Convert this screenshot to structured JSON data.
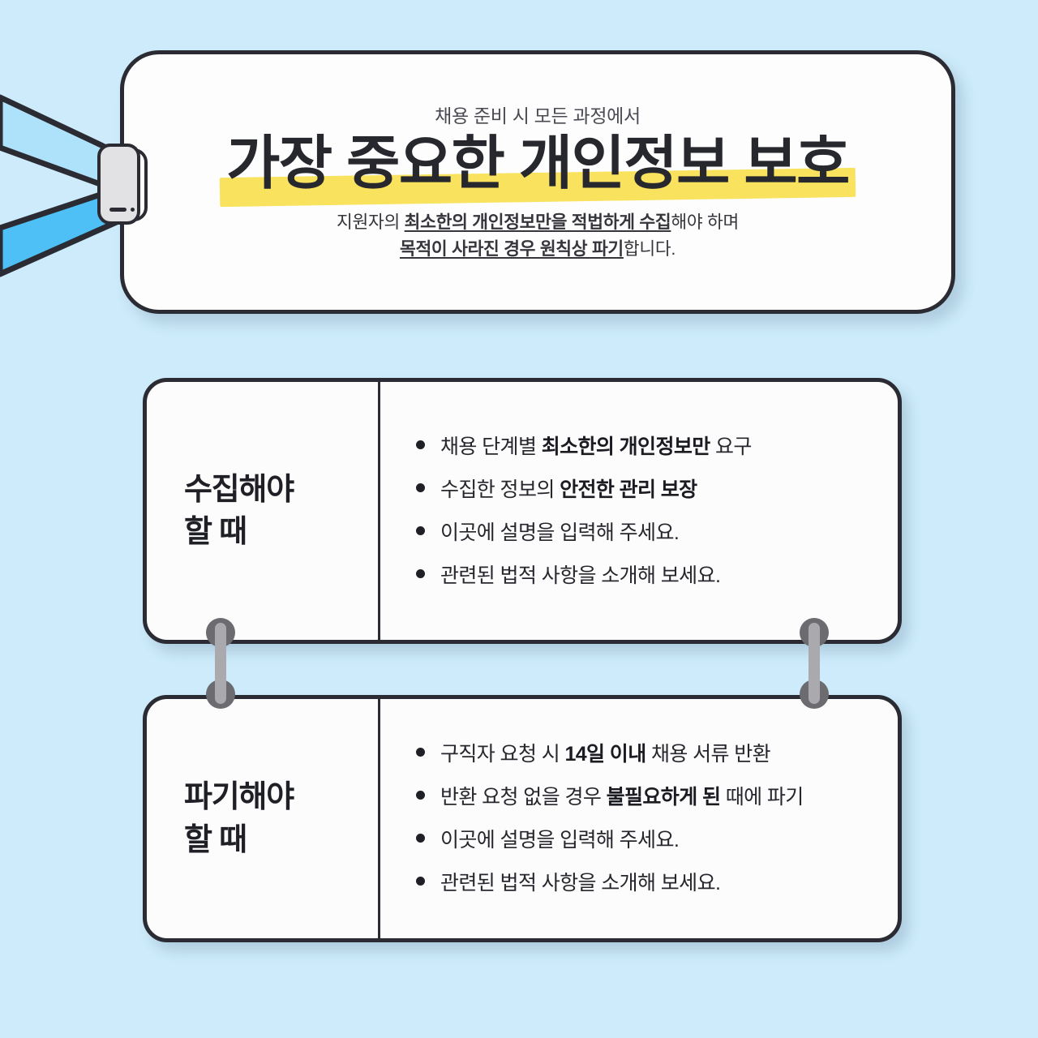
{
  "theme": {
    "background": "#cdebfa",
    "ink": "#2b2b33",
    "card_fill": "#fcfcfd",
    "highlight_yellow": "#f9e35e",
    "beam_light": "#aee2fb",
    "beam_strong": "#4fc0f5",
    "pin_dark": "#6b6b70",
    "pin_light": "#a9a9ae"
  },
  "header": {
    "eyebrow": "채용 준비 시 모든 과정에서",
    "title": "가장 중요한 개인정보 보호",
    "subtitle_line1": {
      "pre": "지원자의 ",
      "emphasis": "최소한의 개인정보만을 적법하게 수집",
      "post": "해야 하며"
    },
    "subtitle_line2": {
      "pre": "",
      "emphasis": "목적이 사라진 경우 원칙상 파기",
      "post": "합니다."
    }
  },
  "cards": [
    {
      "label": "수집해야\n할 때",
      "bullets": [
        {
          "pre": "채용 단계별 ",
          "bold": "최소한의 개인정보만",
          "post": " 요구"
        },
        {
          "pre": "수집한 정보의 ",
          "bold": "안전한 관리 보장",
          "post": ""
        },
        {
          "pre": "이곳에 설명을 입력해 주세요.",
          "bold": "",
          "post": ""
        },
        {
          "pre": "관련된 법적 사항을 소개해 보세요.",
          "bold": "",
          "post": ""
        }
      ]
    },
    {
      "label": "파기해야\n할 때",
      "bullets": [
        {
          "pre": "구직자 요청 시 ",
          "bold": "14일 이내",
          "post": " 채용 서류 반환"
        },
        {
          "pre": "반환 요청 없을 경우 ",
          "bold": "불필요하게 된",
          "post": " 때에 파기"
        },
        {
          "pre": "이곳에 설명을 입력해 주세요.",
          "bold": "",
          "post": ""
        },
        {
          "pre": "관련된 법적 사항을 소개해 보세요.",
          "bold": "",
          "post": ""
        }
      ]
    }
  ],
  "decor": {
    "projector_label": "projector-device",
    "beam_upper_label": "light-beam-upper",
    "beam_lower_label": "light-beam-lower",
    "pin_left_label": "connector-pin-left",
    "pin_right_label": "connector-pin-right"
  }
}
